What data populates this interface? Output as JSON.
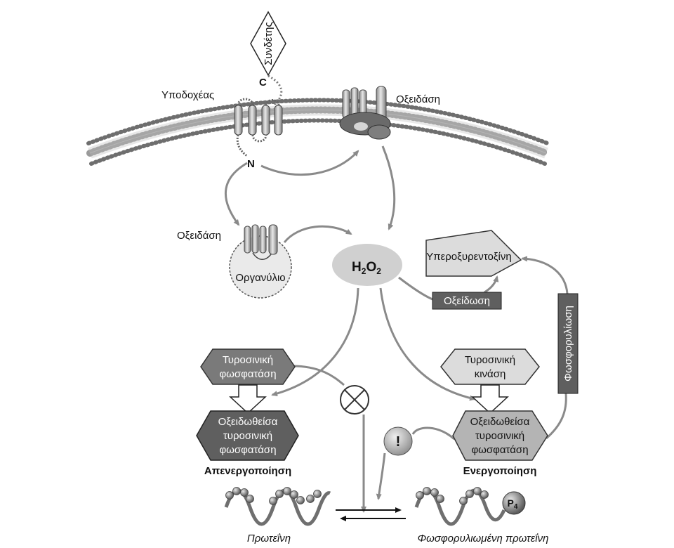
{
  "labels": {
    "ligand": "Συνδέτης",
    "receptor": "Υποδοχέας",
    "c_terminal": "C",
    "n_terminal": "N",
    "oxidase_membrane": "Οξειδάση",
    "oxidase_organelle": "Οξειδάση",
    "organelle": "Οργανύλιο",
    "h2o2_main": "H",
    "h2o2_sub1": "2",
    "h2o2_mid": "O",
    "h2o2_sub2": "2",
    "superoxide_dismutase": "Υπεροξυρεντοξίνη",
    "oxidation": "Οξείδωση",
    "phosphorylation": "Φωσφορυλίωση",
    "tyr_phosphatase_line1": "Τυροσινική",
    "tyr_phosphatase_line2": "φωσφατάση",
    "tyr_kinase_line1": "Τυροσινική",
    "tyr_kinase_line2": "κινάση",
    "ox_phosphatase_line1": "Οξειδωθείσα",
    "ox_phosphatase_line2": "τυροσινική",
    "ox_phosphatase_line3": "φωσφατάση",
    "ox_kinase_line1": "Οξειδωθείσα",
    "ox_kinase_line2": "τυροσινική",
    "ox_kinase_line3": "φωσφατάση",
    "inactivation": "Απενεργοποίηση",
    "activation": "Ενεργοποίηση",
    "exclamation": "!",
    "p4_main": "P",
    "p4_sub": "4",
    "protein": "Πρωτεΐνη",
    "phospho_protein": "Φωσφορυλιωμένη πρωτεΐνη"
  },
  "colors": {
    "arrow": "#8a8a8a",
    "dark_box": "#5f5f5f",
    "mid_hex": "#b4b4b4",
    "light_hex": "#dcdcdc",
    "h2o2": "#d0d0d0",
    "membrane": "#9a9a9a"
  }
}
